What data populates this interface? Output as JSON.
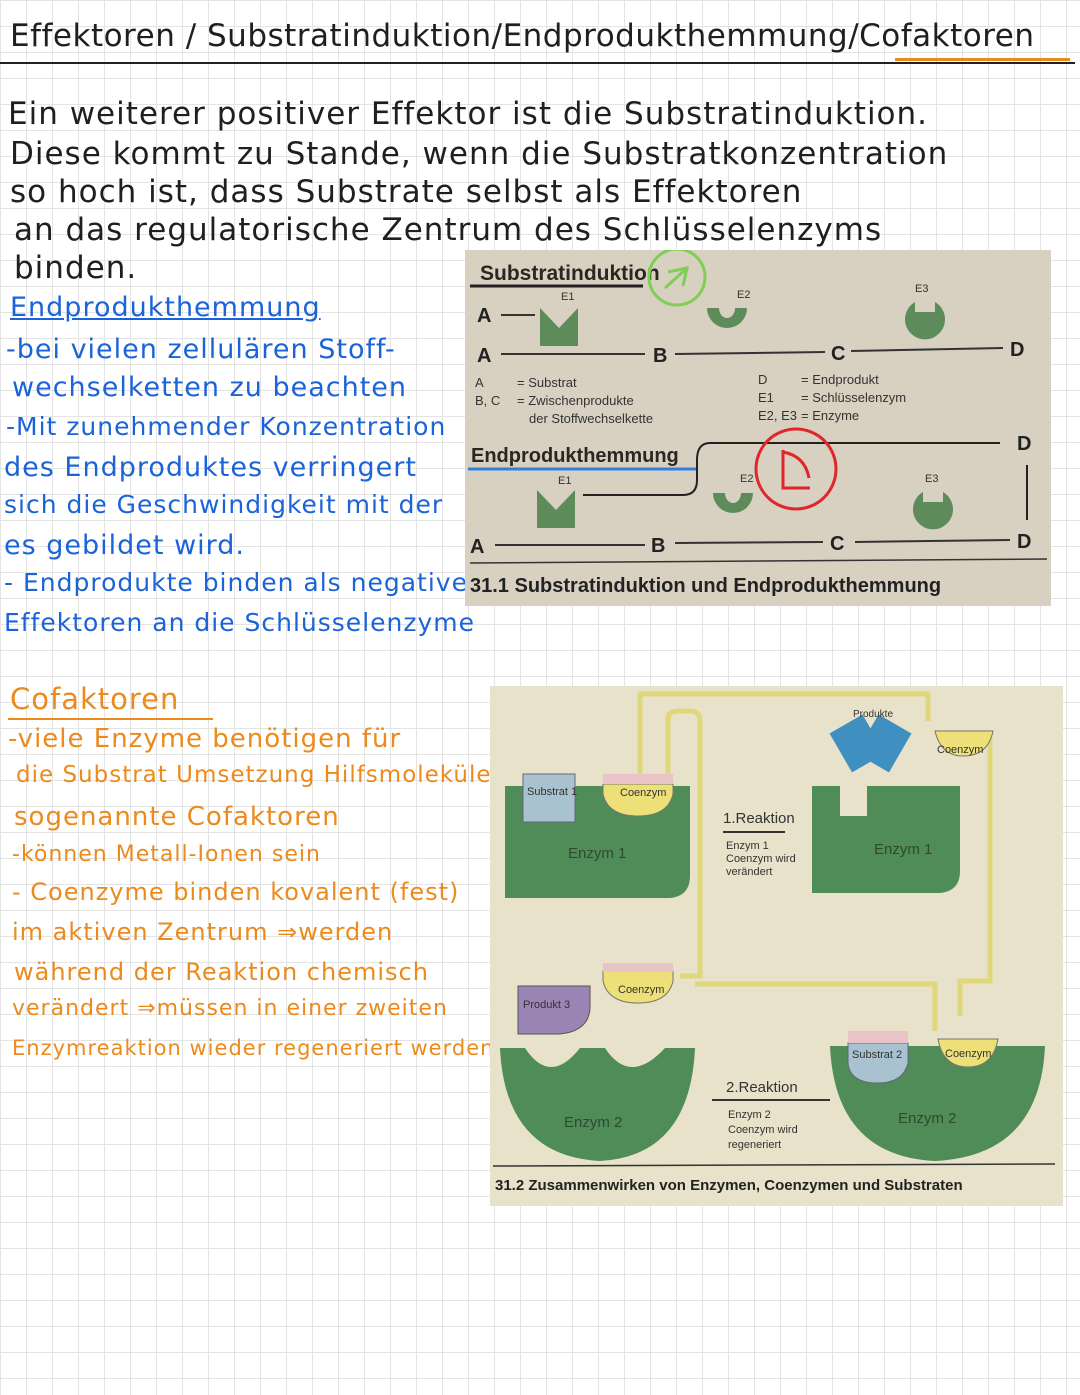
{
  "header": {
    "title": "Effektoren / Substratinduktion/Endprodukthemmung/Cofaktoren"
  },
  "intro": [
    "Ein weiterer positiver Effektor ist die Substratinduktion.",
    "Diese kommt zu Stande, wenn die Substratkonzentration",
    "so hoch ist, dass Substrate selbst als Effektoren",
    "an das regulatorische Zentrum des Schlüsselenzyms",
    "binden."
  ],
  "endprodukt": {
    "heading": "Endprodukthemmung",
    "lines": [
      "-bei vielen zellulären Stoff-",
      "wechselketten zu beachten",
      "-Mit zunehmender Konzentration",
      "des Endproduktes verringert",
      "sich die Geschwindigkeit mit der",
      "es gebildet wird.",
      "- Endprodukte binden als negative",
      "Effektoren an die Schlüsselenzyme"
    ]
  },
  "cofaktoren": {
    "heading": "Cofaktoren",
    "lines": [
      "-viele Enzyme benötigen für",
      "die Substrat Umsetzung Hilfsmoleküle,",
      "sogenannte Cofaktoren",
      "-können Metall-Ionen sein",
      "- Coenzyme binden kovalent (fest)",
      "im aktiven Zentrum ⇒werden",
      "während der Reaktion chemisch",
      "verändert ⇒müssen in einer zweiten",
      "Enzymreaktion wieder regeneriert werden"
    ]
  },
  "figure1": {
    "title_top": "Substratinduktion",
    "title_bottom": "Endprodukthemmung",
    "nodes": [
      "A",
      "B",
      "C",
      "D"
    ],
    "enzymes": [
      "E1",
      "E2",
      "E3"
    ],
    "legend": [
      {
        "key": "A",
        "value": "= Substrat"
      },
      {
        "key": "B, C",
        "value": "= Zwischenprodukte"
      },
      {
        "key": "",
        "value": "der Stoffwechselkette"
      },
      {
        "key": "D",
        "value": "= Endprodukt"
      },
      {
        "key": "E1",
        "value": "= Schlüsselenzym"
      },
      {
        "key": "E2, E3",
        "value": "= Enzyme"
      }
    ],
    "caption": "31.1 Substratinduktion und Endprodukthemmung"
  },
  "figure2": {
    "substrat1": "Substrat 1",
    "substrat2": "Substrat 2",
    "coenzym": "Coenzym",
    "produkte": "Produkte",
    "produkt3": "Produkt 3",
    "enzym1": "Enzym 1",
    "enzym2": "Enzym 2",
    "reaktion1": "1.Reaktion",
    "reaktion1_notes": [
      "Enzym 1",
      "Coenzym wird",
      "verändert"
    ],
    "reaktion2": "2.Reaktion",
    "reaktion2_notes": [
      "Enzym 2",
      "Coenzym wird",
      "regeneriert"
    ],
    "caption": "31.2 Zusammenwirken von Enzymen, Coenzymen und Substraten"
  }
}
